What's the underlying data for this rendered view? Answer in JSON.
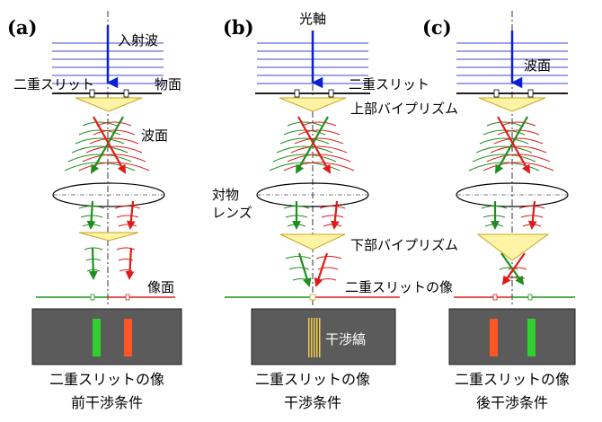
{
  "panels": [
    {
      "id": "a",
      "label": "(a)",
      "texts": {
        "incident_wave": "入射波",
        "double_slit": "二重スリット",
        "object_plane": "物面",
        "wavefront": "波面",
        "image_plane": "像面"
      },
      "caption_line1": "二重スリットの像",
      "caption_line2": "前干渉条件",
      "screen": {
        "condition": "pre-interference",
        "bars": [
          "green",
          "red"
        ]
      }
    },
    {
      "id": "b",
      "label": "(b)",
      "texts": {
        "optical_axis": "光軸",
        "double_slit": "二重スリット",
        "upper_biprism": "上部バイプリズム",
        "objective_lens": "対物\nレンズ",
        "lower_biprism": "下部バイプリズム",
        "slit_image": "二重スリットの像",
        "fringes": "干渉縞"
      },
      "caption_line1": "二重スリットの像",
      "caption_line2": "干渉条件",
      "screen": {
        "condition": "interference",
        "bars": [
          "fringes"
        ]
      }
    },
    {
      "id": "c",
      "label": "(c)",
      "texts": {
        "wavefront": "波面"
      },
      "caption_line1": "二重スリットの像",
      "caption_line2": "後干渉条件",
      "screen": {
        "condition": "post-interference",
        "bars": [
          "red",
          "green"
        ]
      }
    }
  ],
  "colors": {
    "wave_lines": "#3b4bd6",
    "incident_arrow": "#0b1fd4",
    "green_wave": "#1e8f1e",
    "red_wave": "#e01b1b",
    "prism_fill": "#fff3a6",
    "prism_stroke": "#c9a61a",
    "screen_bg": "#5b5b5b",
    "screen_green": "#2fd02f",
    "screen_red": "#ff5522",
    "fringe": "#f4c94a"
  },
  "objective_lens_label": "対物レンズ"
}
